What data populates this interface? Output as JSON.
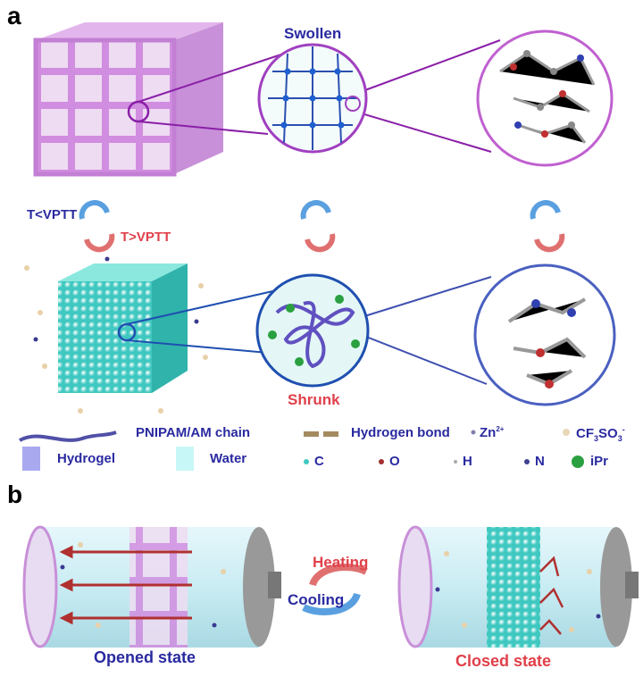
{
  "panel_a": {
    "label": "a",
    "swollen": "Swollen",
    "shrunk": "Shrunk",
    "below_vptt": "T<VPTT",
    "above_vptt": "T>VPTT"
  },
  "legend": {
    "chain": "PNIPAM/AM chain",
    "hbond": "Hydrogen bond",
    "zn": "Zn",
    "zn_sup": "2+",
    "cf3": "CF",
    "cf3_sub1": "3",
    "cf3_so": "SO",
    "cf3_sub2": "3",
    "cf3_sup": "-",
    "hydrogel": "Hydrogel",
    "water": "Water",
    "c": "C",
    "o": "O",
    "h": "H",
    "n": "N",
    "ipr": "iPr"
  },
  "panel_b": {
    "label": "b",
    "heating": "Heating",
    "cooling": "Cooling",
    "opened": "Opened state",
    "closed": "Closed state"
  },
  "colors": {
    "blue": "#2a2aa0",
    "red": "#e0404a",
    "pink": "#d58ee0",
    "teal": "#5fe0d0",
    "hydrogel": "#a9a9ef",
    "water": "#c8f7f7"
  }
}
